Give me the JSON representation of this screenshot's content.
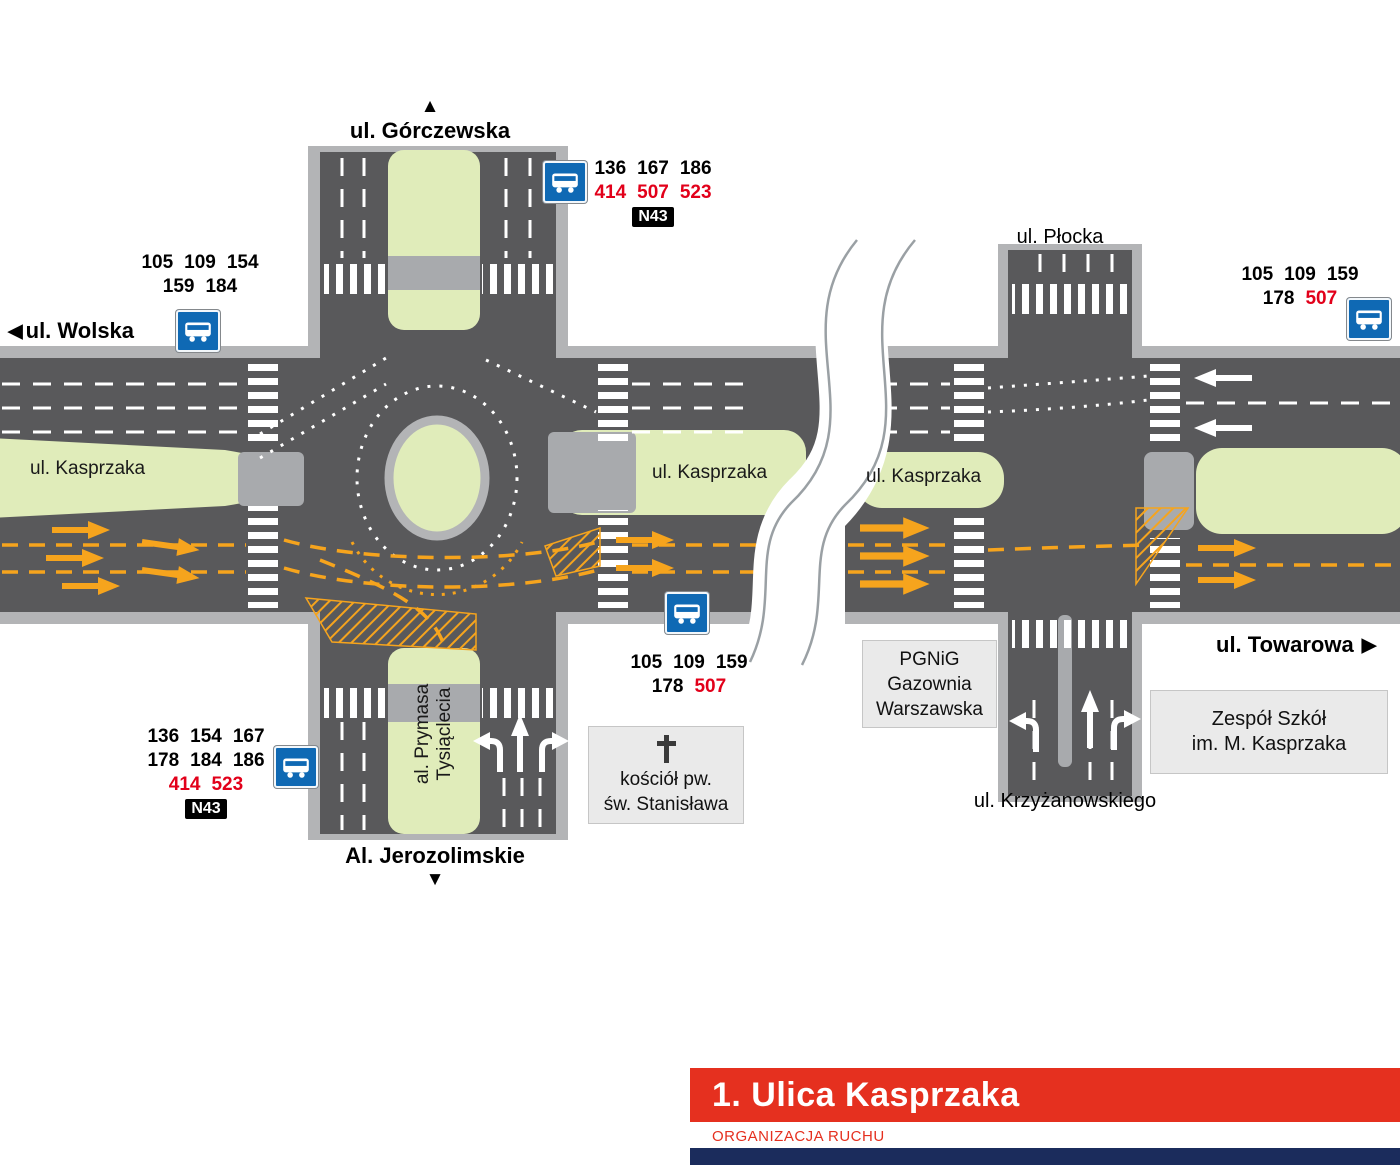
{
  "colors": {
    "road-dark": "#59595b",
    "road-casing": "#b3b4b6",
    "median-green": "#e0ecba",
    "refuge-gray": "#a8aaad",
    "bus-orange": "#f6a41d",
    "sign-blue": "#0f69b4",
    "line-red": "#e2001a",
    "banner-red": "#e5301f",
    "banner-navy": "#1b2c5c",
    "box-gray": "#eaeaea",
    "box-border": "#c6c6c6"
  },
  "arrows": {
    "up": "▲",
    "down": "▼",
    "left": "◀",
    "right": "▶"
  },
  "labels": {
    "gorczewska": "ul. Górczewska",
    "wolska": "ul. Wolska",
    "jerozolimskie": "Al. Jerozolimskie",
    "towarowa": "ul. Towarowa",
    "plocka": "ul. Płocka",
    "krzyzanowskiego": "ul. Krzyżanowskiego",
    "kasprzaka_left": "ul. Kasprzaka",
    "kasprzaka_mid": "ul. Kasprzaka",
    "kasprzaka_right": "ul. Kasprzaka",
    "prymasa": [
      "al. Prymasa",
      "Tysiąclecia"
    ]
  },
  "landmarks": {
    "pgnig": [
      "PGNiG",
      "Gazownia",
      "Warszawska"
    ],
    "school": [
      "Zespół Szkół",
      "im. M. Kasprzaka"
    ],
    "church": [
      "kościół pw.",
      "św. Stanisława"
    ]
  },
  "stops": {
    "gorczewska": {
      "rows": [
        [
          {
            "t": "136"
          },
          {
            "t": "167"
          },
          {
            "t": "186"
          }
        ],
        [
          {
            "t": "414",
            "red": true
          },
          {
            "t": "507",
            "red": true
          },
          {
            "t": "523",
            "red": true
          }
        ]
      ],
      "night": "N43"
    },
    "wolska": {
      "rows": [
        [
          {
            "t": "105"
          },
          {
            "t": "109"
          },
          {
            "t": "154"
          }
        ],
        [
          {
            "t": "159"
          },
          {
            "t": "184"
          }
        ]
      ]
    },
    "jerozolimskie": {
      "rows": [
        [
          {
            "t": "136"
          },
          {
            "t": "154"
          },
          {
            "t": "167"
          }
        ],
        [
          {
            "t": "178"
          },
          {
            "t": "184"
          },
          {
            "t": "186"
          }
        ],
        [
          {
            "t": "414",
            "red": true
          },
          {
            "t": "523",
            "red": true
          }
        ]
      ],
      "night": "N43"
    },
    "kasprzaka_center": {
      "rows": [
        [
          {
            "t": "105"
          },
          {
            "t": "109"
          },
          {
            "t": "159"
          }
        ],
        [
          {
            "t": "178"
          },
          {
            "t": "507",
            "red": true
          }
        ]
      ]
    },
    "towarowa": {
      "rows": [
        [
          {
            "t": "105"
          },
          {
            "t": "109"
          },
          {
            "t": "159"
          }
        ],
        [
          {
            "t": "178"
          },
          {
            "t": "507",
            "red": true
          }
        ]
      ]
    }
  },
  "banner": {
    "title": "1. Ulica Kasprzaka",
    "subtitle": "ORGANIZACJA RUCHU"
  }
}
